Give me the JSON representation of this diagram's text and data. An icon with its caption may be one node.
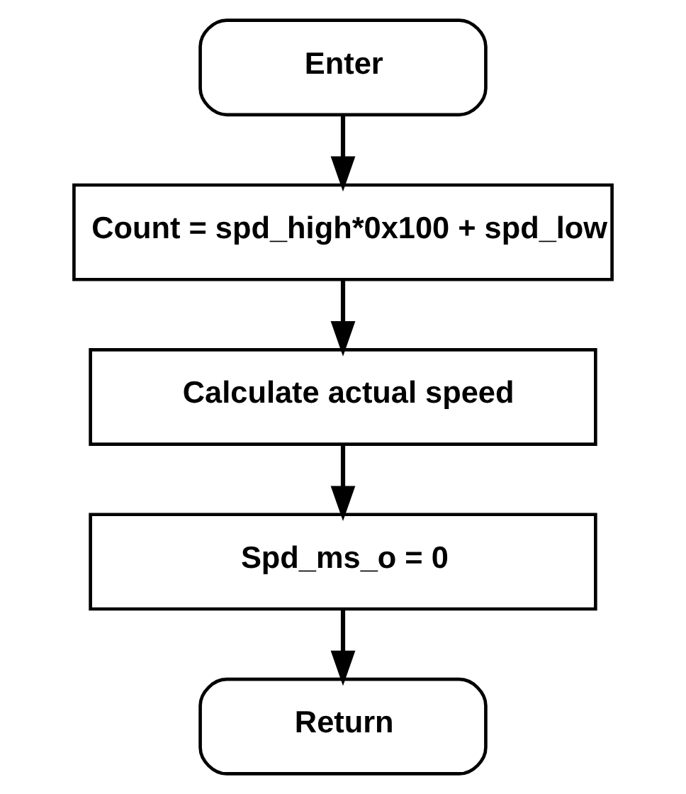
{
  "diagram": {
    "nodes": [
      {
        "text": [
          "Enter"
        ]
      },
      {
        "text": [
          "Count = spd_high*0x100 + spd_low"
        ]
      },
      {
        "text": [
          "Calculate actual speed"
        ]
      },
      {
        "text": [
          "Spd_ms_o = 0"
        ]
      },
      {
        "text": [
          "Return"
        ]
      }
    ],
    "edges": [
      {
        "from": 0,
        "to": 1,
        "arrow": "to"
      },
      {
        "from": 1,
        "to": 2,
        "arrow": "to"
      },
      {
        "from": 2,
        "to": 3,
        "arrow": "to"
      },
      {
        "from": 3,
        "to": 4,
        "arrow": "to"
      }
    ]
  }
}
